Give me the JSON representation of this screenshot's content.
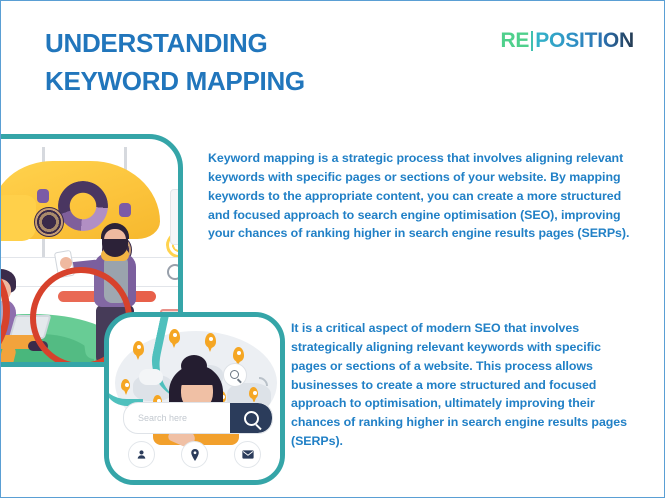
{
  "slide": {
    "border_color": "#5a9fd4",
    "background": "#ffffff"
  },
  "header": {
    "title_line1": "UNDERSTANDING",
    "title_line2": "KEYWORD MAPPING",
    "title_color": "#2176bc",
    "logo": {
      "prefix": "RE",
      "prefix_color": "#4fd08c",
      "divider": "|",
      "suffix": "POSITION",
      "suffix_gradient_start": "#34b6c9",
      "suffix_gradient_end": "#24394f"
    }
  },
  "body": {
    "paragraph_1": "Keyword mapping is a strategic process that involves aligning relevant keywords with specific pages or sections of your website. By mapping keywords to the appropriate content, you can create a more structured and focused approach to search engine optimisation (SEO), improving your chances of ranking higher in search engine results pages (SERPs).",
    "paragraph_2": "It is a critical aspect of modern SEO that involves strategically aligning relevant keywords with specific pages or sections of a website. This process allows businesses to create a more structured and focused approach to optimisation, ultimately improving their chances of ranking higher in search engine results pages (SERPs).",
    "text_color": "#2180c6"
  },
  "illustration_top": {
    "name": "seo-analysis-illustration",
    "frame_color": "#35a5a8",
    "accent_yellow": "#ffd34e",
    "accent_purple": "#7b5f9e",
    "accent_red": "#d7422c",
    "accent_green": "#5fc98f"
  },
  "illustration_bottom": {
    "name": "search-engine-illustration",
    "frame_color": "#35a5a8",
    "search_placeholder": "Search here",
    "search_button_color": "#2b3c5b",
    "pin_color": "#f5a623",
    "shirt_color": "#f2a02c",
    "action_icons": [
      {
        "name": "person-icon",
        "glyph": "●"
      },
      {
        "name": "location-pin-icon",
        "glyph": "●"
      },
      {
        "name": "envelope-icon",
        "glyph": "●"
      }
    ]
  }
}
